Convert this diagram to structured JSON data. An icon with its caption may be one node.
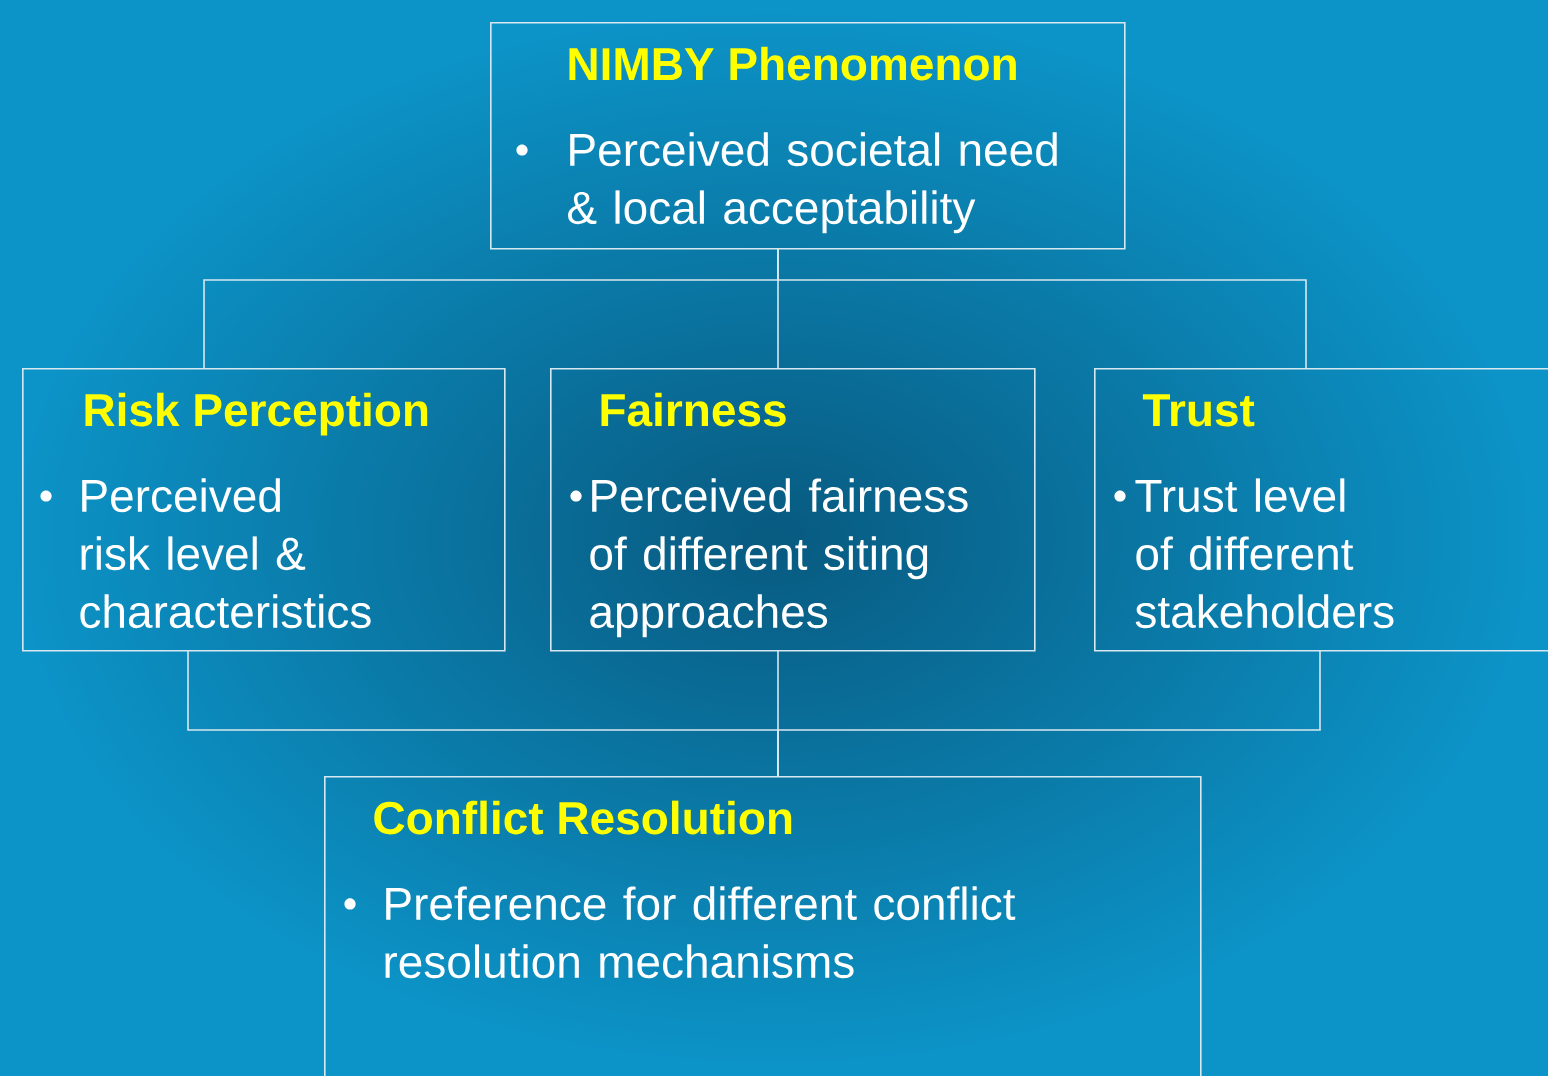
{
  "diagram": {
    "nodes": [
      {
        "text": [
          "NIMBY Phenomenon",
          "Perceived societal need & local acceptability"
        ]
      },
      {
        "text": [
          "Risk Perception",
          "Perceived risk level & characteristics"
        ]
      },
      {
        "text": [
          "Fairness",
          "Perceived fairness of different siting approaches"
        ]
      },
      {
        "text": [
          "Trust",
          "Trust level of different stakeholders"
        ]
      },
      {
        "text": [
          "Conflict Resolution",
          "Preference for different conflict resolution mechanisms"
        ]
      }
    ],
    "edges": [
      {
        "from": 0,
        "to": 1,
        "arrow": "none"
      },
      {
        "from": 0,
        "to": 2,
        "arrow": "none"
      },
      {
        "from": 0,
        "to": 3,
        "arrow": "none"
      },
      {
        "from": 1,
        "to": 4,
        "arrow": "none"
      },
      {
        "from": 2,
        "to": 4,
        "arrow": "none"
      },
      {
        "from": 3,
        "to": 4,
        "arrow": "none"
      }
    ]
  }
}
